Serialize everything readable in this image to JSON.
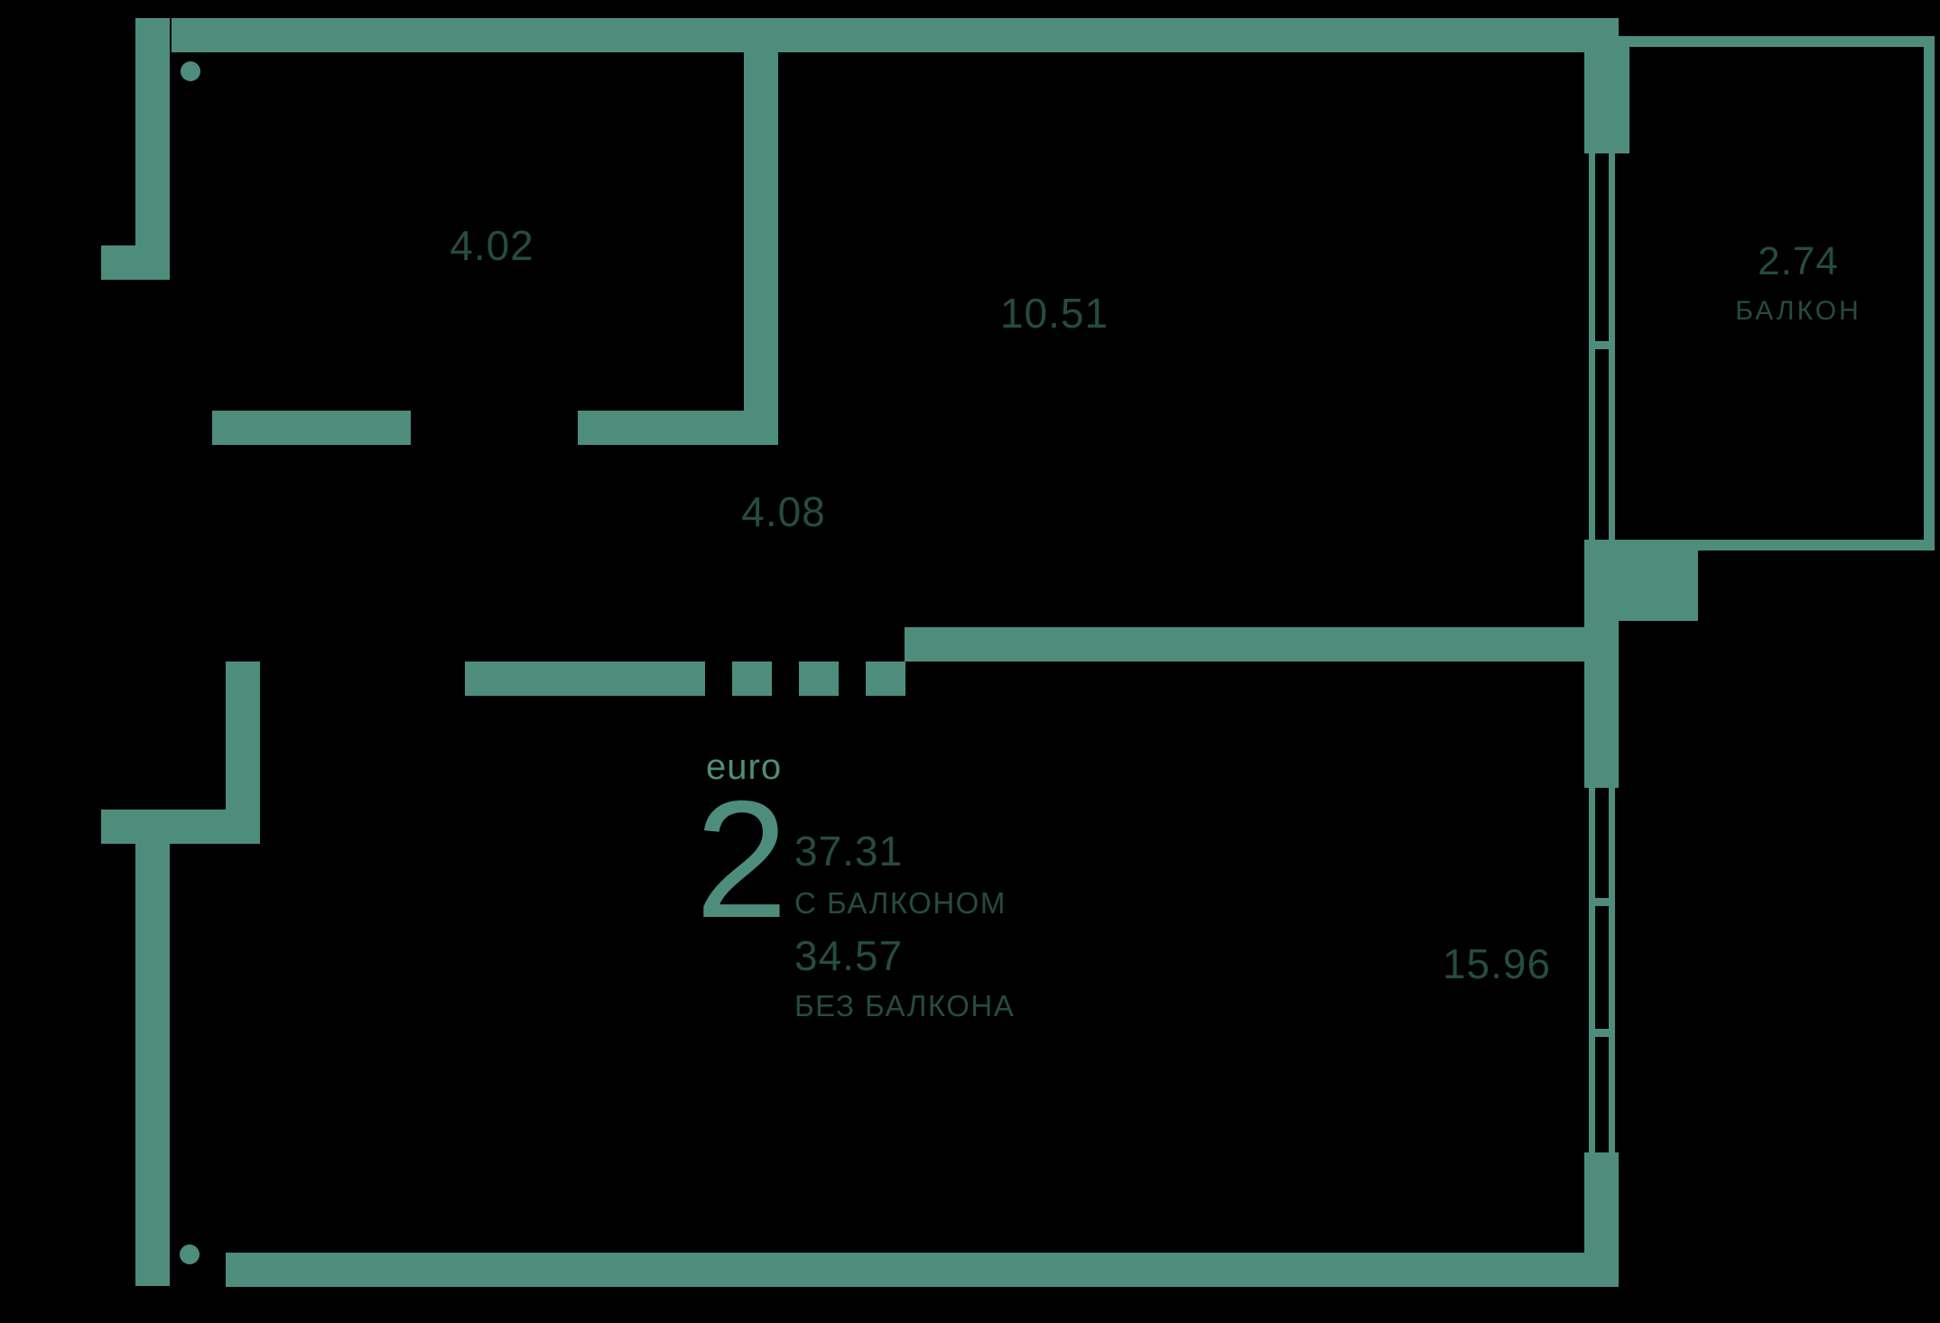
{
  "colors": {
    "background": "#000000",
    "wall": "#4e8d7c",
    "text_dim": "#254c41",
    "text_accent": "#4e8d7c"
  },
  "rooms": [
    {
      "id": "bathroom",
      "area": "4.02"
    },
    {
      "id": "kitchen",
      "area": "10.51"
    },
    {
      "id": "hallway",
      "area": "4.08"
    },
    {
      "id": "living-room",
      "area": "15.96"
    }
  ],
  "balcony": {
    "area": "2.74",
    "label": "БАЛКОН"
  },
  "summary": {
    "type_label": "euro",
    "rooms_count": "2",
    "area_with_balcony": "37.31",
    "with_balcony_label": "С БАЛКОНОМ",
    "area_without_balcony": "34.57",
    "without_balcony_label": "БЕЗ БАЛКОНА"
  }
}
